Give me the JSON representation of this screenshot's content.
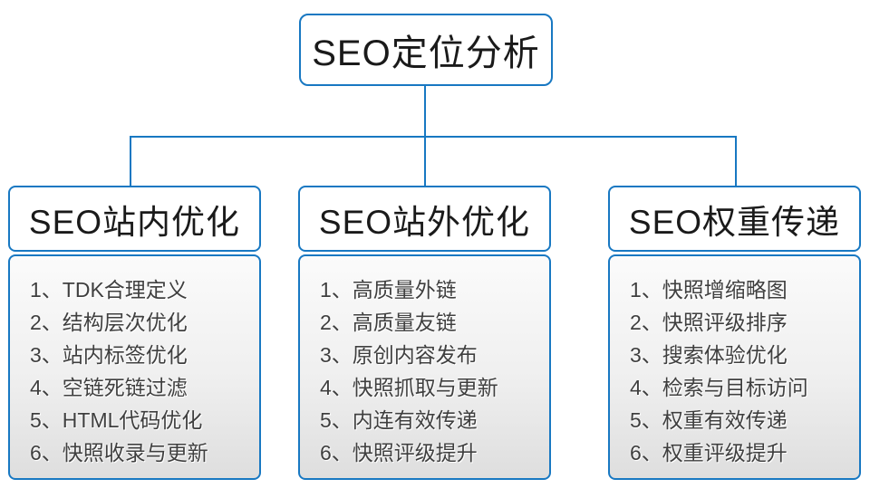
{
  "diagram": {
    "root": {
      "title": "SEO定位分析"
    },
    "columns": [
      {
        "title": "SEO站内优化",
        "items": [
          "1、TDK合理定义",
          "2、结构层次优化",
          "3、站内标签优化",
          "4、空链死链过滤",
          "5、HTML代码优化",
          "6、快照收录与更新"
        ]
      },
      {
        "title": "SEO站外优化",
        "items": [
          "1、高质量外链",
          "2、高质量友链",
          "3、原创内容发布",
          "4、快照抓取与更新",
          "5、内连有效传递",
          "6、快照评级提升"
        ]
      },
      {
        "title": "SEO权重传递",
        "items": [
          "1、快照增缩略图",
          "2、快照评级排序",
          "3、搜索体验优化",
          "4、检索与目标访问",
          "5、权重有效传递",
          "6、权重评级提升"
        ]
      }
    ]
  },
  "colors": {
    "accent_blue": "#1878c2",
    "panel_gradient_top": "#fbfbfb",
    "panel_gradient_bottom": "#dedede",
    "header_text": "#1a1a1a",
    "item_text": "#3f3f3f"
  }
}
